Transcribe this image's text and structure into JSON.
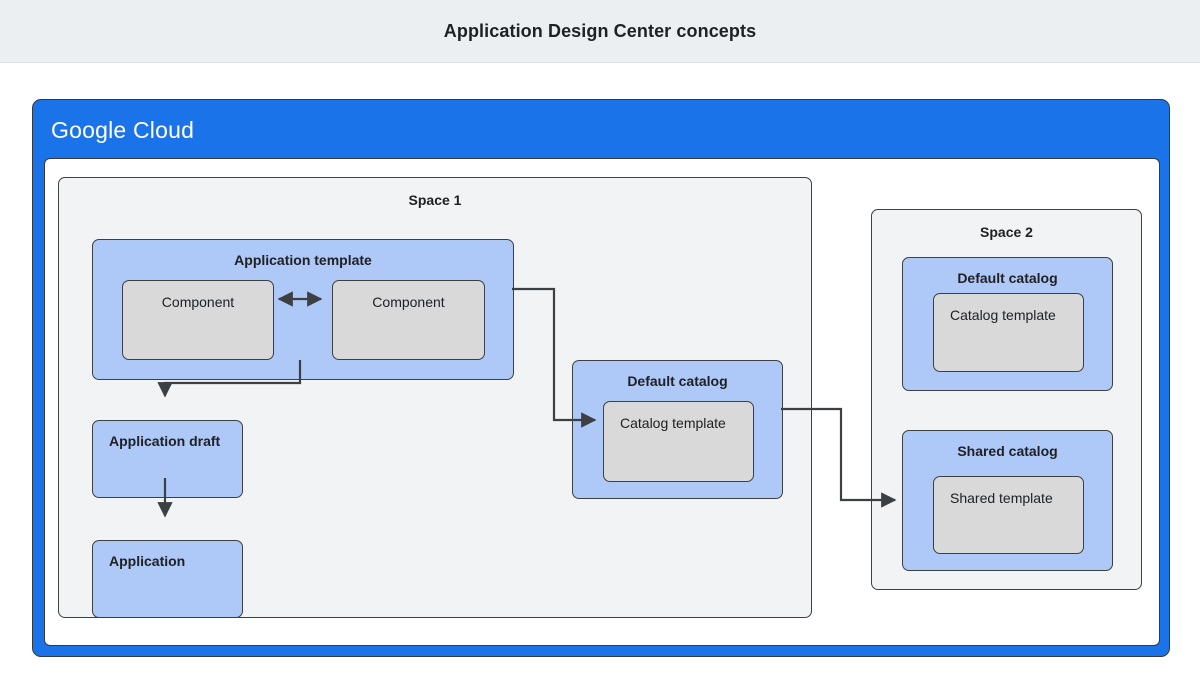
{
  "page": {
    "title": "Application Design Center concepts"
  },
  "platform": {
    "brand_primary": "Google",
    "brand_secondary": "Cloud",
    "frame_color": "#1a73e8"
  },
  "colors": {
    "titlebar_bg": "#eceff1",
    "space_bg": "#f1f3f4",
    "blue_box": "#aec8f8",
    "gray_box": "#d9d9d9",
    "stroke": "#3c4043",
    "text": "#202124"
  },
  "diagram": {
    "space1": {
      "label": "Space 1",
      "application_template": {
        "label": "Application template",
        "components": [
          {
            "label": "Component"
          },
          {
            "label": "Component"
          }
        ]
      },
      "application_draft": {
        "label": "Application draft"
      },
      "application": {
        "label": "Application"
      },
      "default_catalog": {
        "label": "Default catalog",
        "template": {
          "label": "Catalog template"
        }
      }
    },
    "space2": {
      "label": "Space 2",
      "default_catalog": {
        "label": "Default catalog",
        "template": {
          "label": "Catalog template"
        }
      },
      "shared_catalog": {
        "label": "Shared catalog",
        "template": {
          "label": "Shared template"
        }
      }
    },
    "connectors": [
      {
        "name": "component-to-component",
        "style": "double-arrow"
      },
      {
        "name": "application-template-to-application-draft",
        "style": "arrow"
      },
      {
        "name": "application-draft-to-application",
        "style": "arrow"
      },
      {
        "name": "application-template-to-default-catalog",
        "style": "arrow"
      },
      {
        "name": "default-catalog-to-shared-catalog",
        "style": "arrow"
      }
    ]
  }
}
